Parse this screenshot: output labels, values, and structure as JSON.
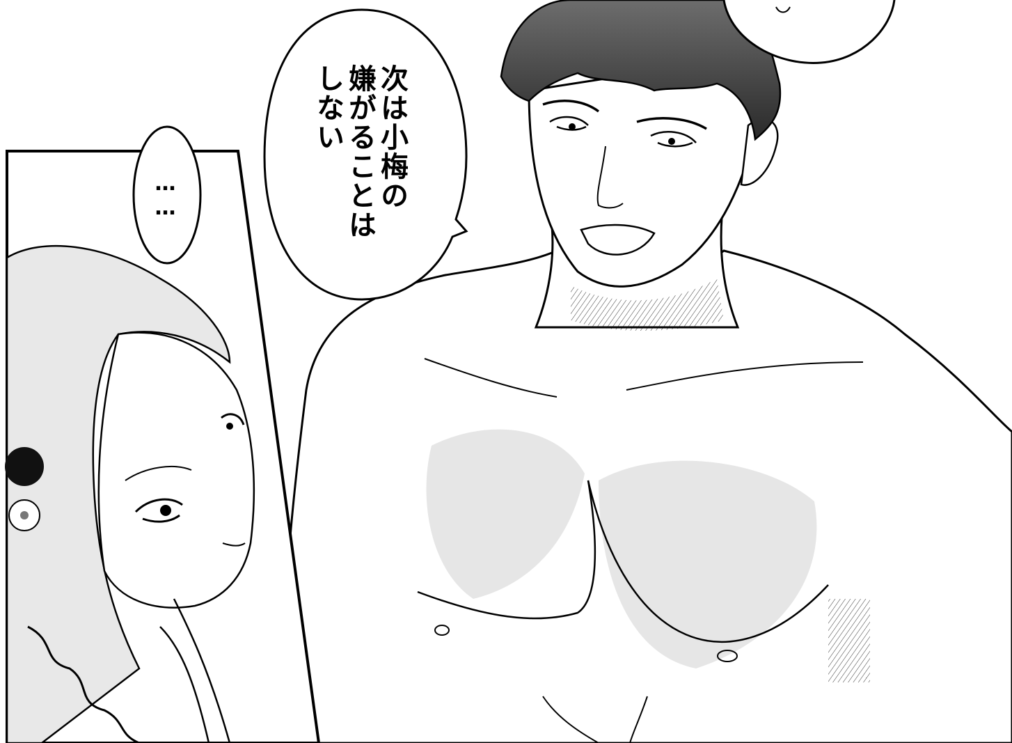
{
  "panels": [
    {
      "id": "inset-panel-left",
      "subject": "woman with braided hair and plum blossom ornament"
    },
    {
      "id": "main-panel",
      "subject": "shirtless man smiling"
    }
  ],
  "speech_bubbles": {
    "main": {
      "text": "次は小梅の\n嫌がることは\nしない"
    },
    "silence": {
      "text": "……"
    }
  },
  "colors": {
    "ink": "#000000",
    "paper": "#ffffff",
    "screen_tone": "#d9d9d9",
    "hair_tone": "#7a7a7a"
  }
}
